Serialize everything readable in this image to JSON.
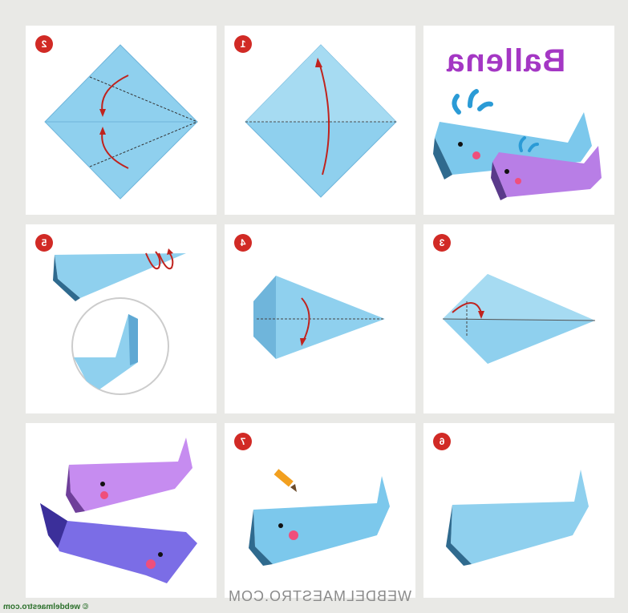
{
  "title": "Ballena",
  "watermark": "WEBDELMAESTRO.COM",
  "site_credit": "© webdelmaestro.com",
  "steps": [
    "1",
    "2",
    "3",
    "4",
    "5",
    "6",
    "7"
  ],
  "colors": {
    "paper_blue": "#8fd0ee",
    "paper_blue_dark": "#3f8fc0",
    "paper_purple": "#b27be3",
    "arrow_red": "#c0231e",
    "badge_red": "#d12a25",
    "title_purple": "#a437c4",
    "cheek_pink": "#ef4f7c"
  }
}
